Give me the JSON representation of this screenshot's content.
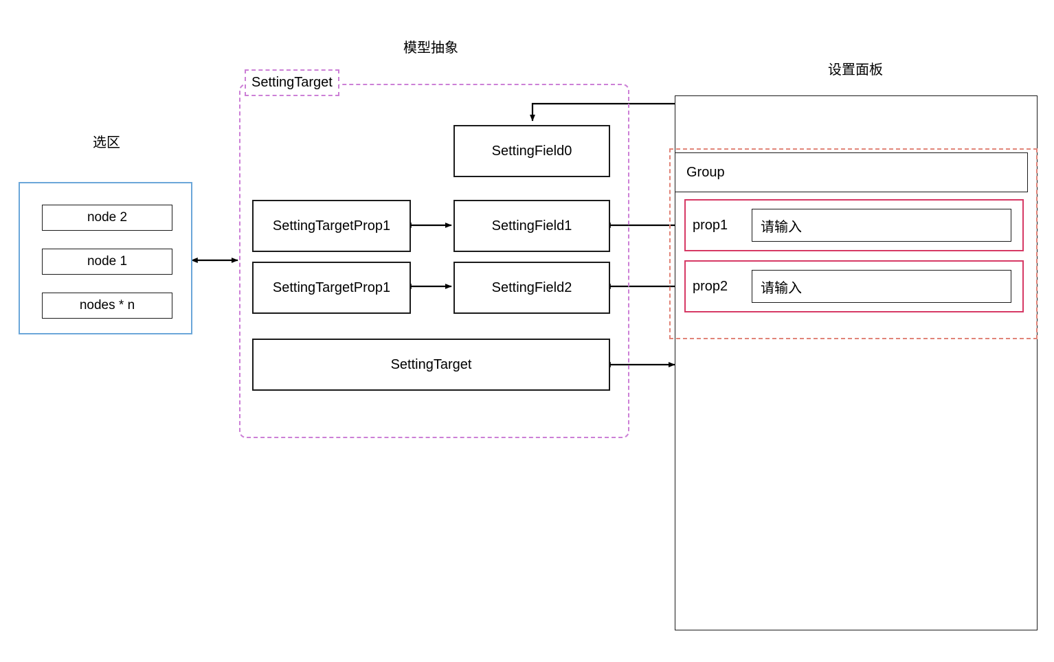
{
  "sections": {
    "selection": {
      "title": "选区"
    },
    "model": {
      "title": "模型抽象",
      "region_label": "SettingTarget"
    },
    "panel": {
      "title": "设置面板"
    }
  },
  "selection": {
    "nodes": [
      {
        "label": "node 2"
      },
      {
        "label": "node 1"
      },
      {
        "label": "nodes * n"
      }
    ]
  },
  "model": {
    "props": [
      {
        "label": "SettingTargetProp1"
      },
      {
        "label": "SettingTargetProp1"
      }
    ],
    "fields": [
      {
        "label": "SettingField0"
      },
      {
        "label": "SettingField1"
      },
      {
        "label": "SettingField2"
      }
    ],
    "target": {
      "label": "SettingTarget"
    }
  },
  "panel": {
    "group": {
      "title": "Group"
    },
    "rows": [
      {
        "label": "prop1",
        "placeholder": "请输入"
      },
      {
        "label": "prop2",
        "placeholder": "请输入"
      }
    ]
  },
  "colors": {
    "selection_border": "#6aa6d9",
    "model_region_border": "#cc7fd6",
    "group_region_border": "#e18478",
    "prop_row_border": "#d63864",
    "box_border": "#1a1a1a",
    "connector": "#000000",
    "background": "#ffffff"
  }
}
